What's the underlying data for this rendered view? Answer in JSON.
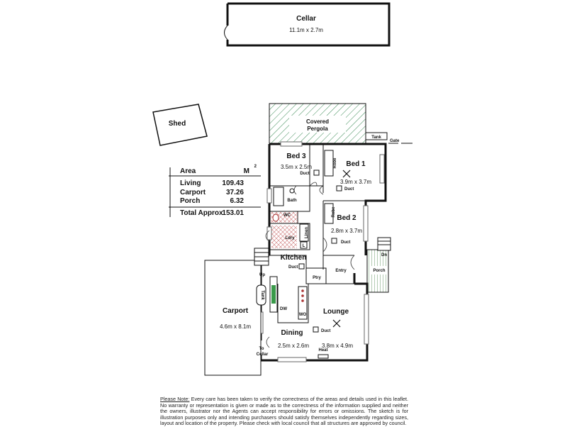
{
  "rooms": {
    "cellar": {
      "name": "Cellar",
      "dims": "11.1m x 2.7m"
    },
    "shed": {
      "name": "Shed"
    },
    "pergola": {
      "line1": "Covered",
      "line2": "Pergola"
    },
    "tank_top": "Tank",
    "gate": "Gate",
    "bed3": {
      "name": "Bed 3",
      "dims": "3.5m x 2.5m"
    },
    "bed1": {
      "name": "Bed 1",
      "dims": "3.9m x 3.7m"
    },
    "bed2": {
      "name": "Bed 2",
      "dims": "2.8m x 3.7m"
    },
    "robe": "Robe",
    "bath": "Bath",
    "wc": "WC",
    "ldry": "Ldry",
    "linen": "Linen",
    "l": "L",
    "kitchen": "Kitchen",
    "ptry": "Ptry",
    "entry": "Entry",
    "porch": "Porch",
    "dn": "Dn",
    "up": "Up",
    "tank_side": "Tank",
    "carport": {
      "name": "Carport",
      "dims": "4.6m x 8.1m"
    },
    "lounge": {
      "name": "Lounge",
      "dims": "3.8m x 4.9m"
    },
    "dining": {
      "name": "Dining",
      "dims": "2.5m x 2.6m"
    },
    "heat": "Heat",
    "to_cellar": {
      "line1": "To",
      "line2": "Cellar"
    },
    "duct": "Duct",
    "dw": "DW",
    "wo": "WO"
  },
  "area_table": {
    "header_label": "Area",
    "header_unit": "M",
    "header_unit_sup": "2",
    "living": {
      "label": "Living",
      "value": "109.43"
    },
    "carport": {
      "label": "Carport",
      "value": "37.26"
    },
    "porch": {
      "label": "Porch",
      "value": "6.32"
    },
    "total": {
      "label": "Total Approx",
      "value": "153.01"
    }
  },
  "disclaimer": {
    "heading": "Please Note:",
    "body": "Every care has been taken to verify the correctness of the areas and details used in this leaflet. No warranty or representation is given or made as to the correctness of the information supplied and neither the owners, illustrator nor the Agents can accept responsibility for errors or omissions. The sketch is for illustration purposes only and intending purchasers should satisfy themselves independently regarding sizes, layout and location of the property. Please check with local council that all structures are approved by council."
  }
}
